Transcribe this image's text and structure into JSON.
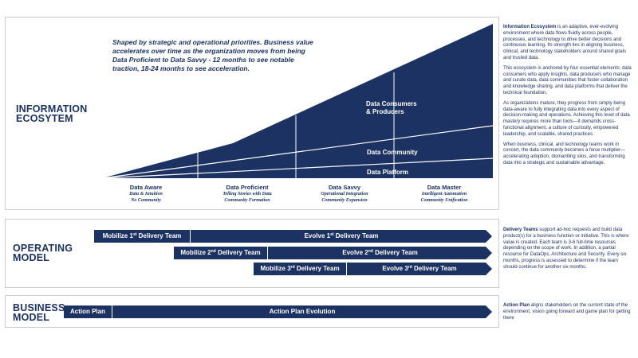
{
  "info": {
    "title_line1": "INFORMATION",
    "title_line2": "ECOSYTEM",
    "quote": "Shaped by strategic and operational priorities. Business value accelerates over time as the organization moves from being Data Proficient to Data Savvy - 12 months to see notable traction, 18-24 months to see acceleration.",
    "bands": {
      "consumers_line1": "Data Consumers",
      "consumers_line2": "& Producers",
      "community": "Data Community",
      "platform": "Data Platform"
    },
    "stages": [
      {
        "name": "Data Aware",
        "sub1": "Data & Intuition",
        "sub2": "No Community"
      },
      {
        "name": "Data Proficient",
        "sub1": "Telling Stories with Data",
        "sub2": "Community Formation"
      },
      {
        "name": "Data Savvy",
        "sub1": "Operational Integration",
        "sub2": "Community Expansion"
      },
      {
        "name": "Data Master",
        "sub1": "Intelligent Automation",
        "sub2": "Community Unification"
      }
    ],
    "side_bold": "Information Ecosystem",
    "side_p1": " is an adaptive, ever-evolving environment where data flows fluidly across people, processes, and technology to drive better decisions and continuous learning. Its strength lies in aligning business, clinical, and technology stakeholders around shared goals and trusted data.",
    "side_p2": "This ecosystem is anchored by four essential elements: data consumers who apply insights, data producers who manage and curate data, data communities that foster collaboration and knowledge sharing, and data platforms that deliver the technical foundation.",
    "side_p3": "As organizations mature, they progress from simply being data-aware to fully integrating data into every aspect of decision-making and operations. Achieving this level of data mastery requires more than tools—it demands cross-functional alignment, a culture of curiosity, empowered leadership, and scalable, shared practices.",
    "side_p4": "When business, clinical, and technology teams work in concert, the data community becomes a force multiplier—accelerating adoption, dismantling silos, and transforming data into a strategic and sustainable advantage."
  },
  "operating": {
    "title_line1": "OPERATING",
    "title_line2": "MODEL",
    "rows": [
      {
        "mobilize_prefix": "Mobilize 1",
        "mobilize_sup": "st",
        "mobilize_suffix": " Delivery Team",
        "evolve_prefix": "Evolve 1",
        "evolve_sup": "st",
        "evolve_suffix": " Delivery Team"
      },
      {
        "mobilize_prefix": "Mobilize 2",
        "mobilize_sup": "nd",
        "mobilize_suffix": " Delivery Team",
        "evolve_prefix": "Evolve 2",
        "evolve_sup": "nd",
        "evolve_suffix": " Delivery Team"
      },
      {
        "mobilize_prefix": "Mobilize 3",
        "mobilize_sup": "rd",
        "mobilize_suffix": " Delivery Team",
        "evolve_prefix": "Evolve 3",
        "evolve_sup": "rd",
        "evolve_suffix": " Delivery Team"
      }
    ],
    "side_bold": "Delivery Teams",
    "side_text": " support ad-hoc requests and build data product(s) for a business function or initiative. This is where value is created. Each team is 3-6 full-time resources depending on the scope of work. In addition, a partial resource for DataOps, Architecture and Security. Every six months, progress is assessed to determine if the team should continue for another six months."
  },
  "business": {
    "title_line1": "BUSINESS",
    "title_line2": "MODEL",
    "plan": "Action Plan",
    "evolution": "Action Plan Evolution",
    "side_bold": "Action Plan",
    "side_text": " aligns stakeholders on the current state of the environment, vision going forward and game plan for getting there"
  },
  "colors": {
    "navy": "#1c3263",
    "border": "#c9cdd6"
  }
}
